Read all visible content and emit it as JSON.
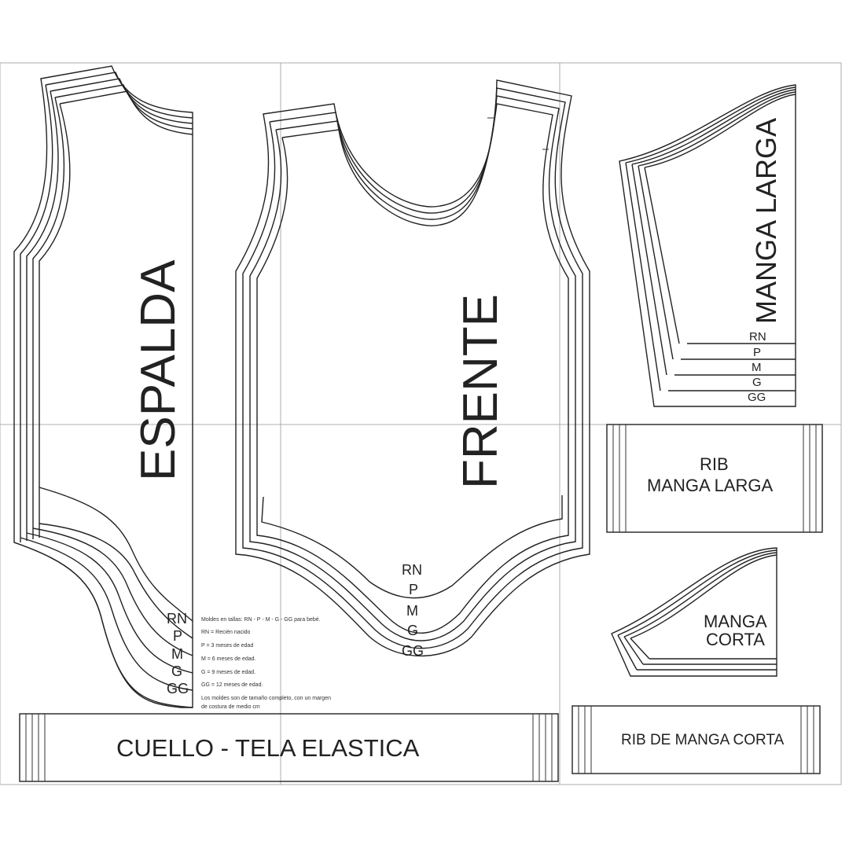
{
  "pieces": {
    "espalda": "ESPALDA",
    "frente": "FRENTE",
    "manga_larga": "MANGA LARGA",
    "rib_manga_larga_line1": "RIB",
    "rib_manga_larga_line2": "MANGA LARGA",
    "manga_corta_line1": "MANGA",
    "manga_corta_line2": "CORTA",
    "rib_manga_corta": "RIB DE MANGA CORTA",
    "cuello": "CUELLO - TELA ELASTICA"
  },
  "sizes": [
    "RN",
    "P",
    "M",
    "G",
    "GG"
  ],
  "notes": [
    "Moldes en tallas: RN  -   P  -  M  -  G  -  GG  para bebé.",
    "RN  = Recién nacido",
    "P   = 3 meses de edad",
    "M   = 6 meses de edad.",
    "G   = 9 meses de edad.",
    "GG  = 12 meses de edad.",
    "Los moldes son de tamaño completo, con un margen",
    "de costura  de medio cm"
  ],
  "colors": {
    "line": "#222222",
    "grid": "#999999",
    "background": "#ffffff"
  }
}
